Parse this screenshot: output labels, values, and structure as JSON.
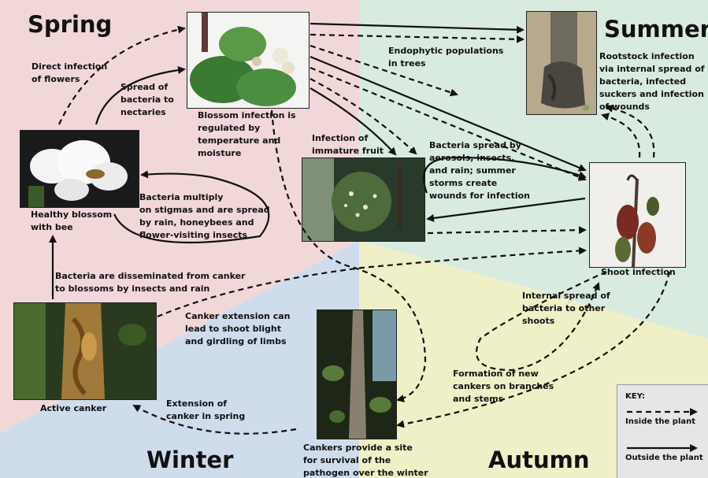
{
  "seasons": {
    "spring": "Spring",
    "summer": "Summer",
    "autumn": "Autumn",
    "winter": "Winter"
  },
  "labels": {
    "direct_infection": "Direct infection\nof flowers",
    "spread_nectaries": "Spread of\nbacteria to\nnectaries",
    "blossom_infection": "Blossom infection is\nregulated by\ntemperature and\nmoisture",
    "endophytic": "Endophytic populations\nin trees",
    "rootstock": "Rootstock infection\nvia internal spread of\nbacteria, infected\nsuckers and infection\nof wounds",
    "immature_fruit": "Infection of\nimmature fruit",
    "bacteria_aerosols": "Bacteria spread by\naerosols, insects,\nand rain; summer\nstorms create\nwounds for infection",
    "healthy_blossom": "Healthy blossom\nwith bee",
    "multiply": "Bacteria multiply\non stigmas and are spread\nby rain, honeybees and\nflower-visiting insects",
    "shoot_infection": "Shoot infection",
    "disseminated": "Bacteria are disseminated from canker\nto blossoms by insects and rain",
    "internal_spread": "Internal spread of\nbacteria to other\nshoots",
    "canker_extension": "Canker extension can\nlead to shoot blight\nand girdling of limbs",
    "new_cankers": "Formation of new\ncankers on branches\nand stems",
    "active_canker": "Active canker",
    "extension_spring": "Extension of\ncanker in spring",
    "survival": "Cankers provide a site\nfor survival of the\npathogen over the winter"
  },
  "key": {
    "title": "KEY:",
    "inside": "Inside the plant",
    "outside": "Outside the plant"
  },
  "colors": {
    "spring": "#f2d7d8",
    "summer": "#d9eadf",
    "autumn": "#efefc8",
    "winter": "#cfdcec"
  }
}
